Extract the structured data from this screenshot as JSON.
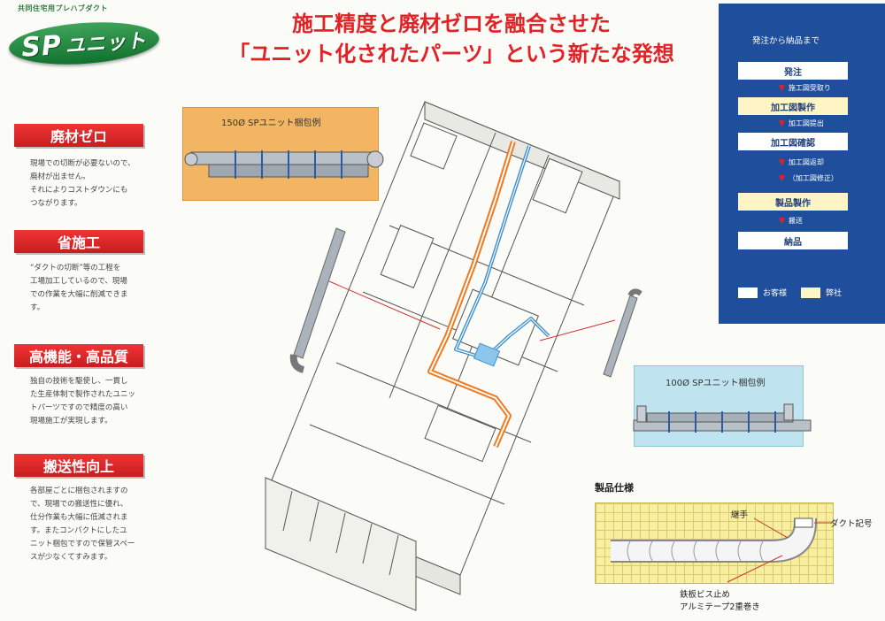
{
  "logo": {
    "subtitle": "共同住宅用プレハブダクト",
    "sp": "SP",
    "word": "ユニット"
  },
  "headline": {
    "line1": "施工精度と廃材ゼロを融合させた",
    "line2": "「ユニット化されたパーツ」という新たな発想"
  },
  "features": [
    {
      "title": "廃材ゼロ",
      "lines": [
        "現場での切断が必要ないので、",
        "廃材が出ません。",
        "それによりコストダウンにも",
        "つながります。"
      ]
    },
    {
      "title": "省施工",
      "lines": [
        "“ダクトの切断”等の工程を",
        "工場加工しているので、現場",
        "での作業を大幅に削減できま",
        "す。"
      ]
    },
    {
      "title": "高機能・高品質",
      "lines": [
        "独自の技術を駆使し、一貫し",
        "た生産体制で製作されたユニッ",
        "トパーツですので精度の高い",
        "現場施工が実現します。"
      ]
    },
    {
      "title": "搬送性向上",
      "lines": [
        "各部屋ごとに梱包されますの",
        "で、現場での搬送性に優れ、",
        "仕分作業も大幅に低減されま",
        "す。またコンパクトにしたユ",
        "ニット梱包ですので保管スペー",
        "スが少なくてすみます。"
      ]
    }
  ],
  "flow": {
    "title": "発注から納品まで",
    "steps": [
      {
        "label": "発注",
        "party": "customer"
      },
      {
        "label": "加工図製作",
        "party": "ours"
      },
      {
        "label": "加工図確認",
        "party": "customer"
      },
      {
        "label": "製品製作",
        "party": "ours"
      },
      {
        "label": "納品",
        "party": "customer"
      }
    ],
    "arrows": [
      "施工図受取り",
      "加工図提出",
      "加工図返却",
      "（加工図修正）",
      "搬送"
    ],
    "legend": {
      "customer": "お客様",
      "ours": "弊社"
    },
    "colors": {
      "panel": "#1f4f9c",
      "customer": "#ffffff",
      "ours": "#fff5c4",
      "arrow": "#e32226"
    }
  },
  "packages": {
    "large": "150Ø SPユニット梱包例",
    "small": "100Ø SPユニット梱包例"
  },
  "spec": {
    "title": "製品仕様",
    "joint": "継手",
    "duct_code": "ダクト記号",
    "fixing_1": "鉄板ビス止め",
    "fixing_2": "アルミテープ2重巻き"
  },
  "colors": {
    "accent_red": "#e32226",
    "duct_orange": "#f07a20",
    "duct_blue": "#3f8fd2"
  }
}
